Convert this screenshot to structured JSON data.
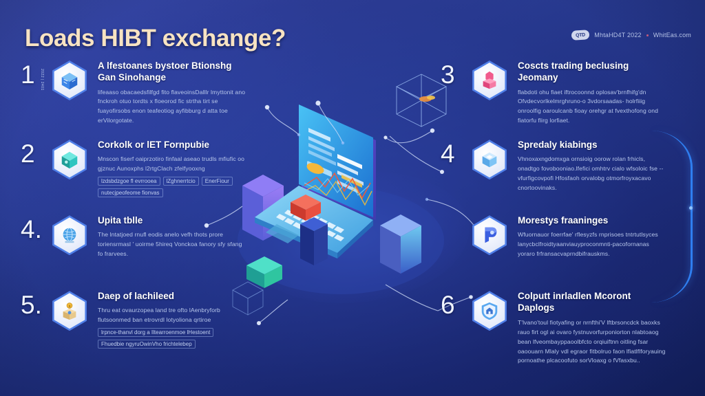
{
  "poster": {
    "title": "Loads HIBT exchange?",
    "background_color": "#283a8f",
    "title_color": "#f7e3c2",
    "accent_color": "#2f7ef0"
  },
  "brand": {
    "logo_text": "QTD",
    "text": "MhtaHD4T 2022",
    "separator_dot_color": "#e2627b",
    "site": "WhitEas.com"
  },
  "left_column": [
    {
      "number": "1",
      "number_sub": "2022 | 2401",
      "icon": "cube-icon",
      "icon_color": "#3d86e8",
      "title": "A lfestoanes bystoer Btionshg Gan Sinohange",
      "desc": "lifeaaso obacaedsfilfgd fito flaveoinsDalllr lmyttonit ano fnckroh otuo tordts x floeorod fic strtha tirt se fuayofirsobs enon teafeotiog ayfibburg d atta toe erVilorgotate.",
      "chips": []
    },
    {
      "number": "2",
      "number_sub": "",
      "icon": "cube-teal-icon",
      "icon_color": "#2fc5c0",
      "title": "Corkolk or lET Fornpubie",
      "desc": "Mnscon fiserf oaiprzotiro finfaal aseao trudls mfiufic oo gjznuc Aunoxphs l2rtgClach zfelfyooxng",
      "chips": [
        "lzdsbdzgoe fl evrrooea",
        "lZghnerrtcio",
        "EnerFiour",
        "nutecjpeofeome fionvas"
      ]
    },
    {
      "number": "4.",
      "number_sub": "",
      "icon": "globe-icon",
      "icon_color": "#4ba3e8",
      "title": "Upita tblle",
      "desc": "The lntatjoed rnufl eodis anelo vefh thots prore toriensrmasl ' uoirme 5hireq Vonckoa fanory sfy sfang fo frarvees.",
      "chips": []
    },
    {
      "number": "5.",
      "number_sub": "",
      "icon": "coin-box-icon",
      "icon_color": "#f0b93a",
      "title": "Daep of lachileed",
      "desc": "Thru eat ovaurzopea land tre ofto lAenbryforb flutsoonmed ban etrovrdl lotyoliona qrtiroe",
      "chips": [
        "lrpnce-thanvl dorg a Iltearroenmoe lHestoent",
        "Fhuedbie ngyruOwinVho frichtelebep"
      ]
    }
  ],
  "right_column": [
    {
      "number": "3",
      "number_sub": "",
      "icon": "cube-pink-icon",
      "icon_color": "#f05a8c",
      "title": "Coscts trading beclusing Jeomany",
      "desc": "flabdoti ohu fiaet iftrocoonnd oplosav'brnfhifg'dn Ofvdecvorlkelmrghruno-o 3vdorsaadas- holrfiiig onroolfig oaroulcanb fioay orehgr at fvexthofong ond fiatorfu flirg lorfiaet.",
      "chips": []
    },
    {
      "number": "4",
      "number_sub": "",
      "icon": "cube-light-icon",
      "icon_color": "#7fc4f5",
      "title": "Spredaly kiabings",
      "desc": "Vhnoxaxngdomxga ornsioig oorow rolan frhicls, onadtgo fovobooniao.lfefici omhtrv cialo wfsoloic fse -- vfurfigcovpofi Hfosfaoh orvalobg otmorfroyxacavo cnortoovinaks.",
      "chips": []
    },
    {
      "number": "",
      "number_sub": "",
      "icon": "letter-p-icon",
      "icon_color": "#3b5fe0",
      "title": "Morestys fraaninges",
      "desc": "Wfuornauor foerrfae' rflesyzfs rnprisoes tntrtutlsyces lanycbclfroidtyaanviauyproconmnti-pacofornanas yoraro frfransacvaprndbifrauskms.",
      "chips": []
    },
    {
      "number": "6",
      "number_sub": "",
      "icon": "shield-lock-icon",
      "icon_color": "#5aa8f0",
      "title": "Colputt inrladlen Mcoront Daplogs",
      "desc": "T'lvano'toul fiotyafing or nrnfthi'V lftbrsoncdck baoxks rauo firt ogl ai ovaro fystnuvorfurponiorton nlabtoaog bean lfveombayppaoolbfcto orqiuiftnn oitling fsar oaoouarn Mlaly vdl egraor fitbolruo faon lfiatlflforyauing pornoathe plcacoofuto sorVloaxg o fVfasxbu..",
      "chips": []
    }
  ],
  "scene": {
    "name": "isometric-laptop-trading-dashboard",
    "laptop_screen_color": "#2aa3e8",
    "laptop_base_color": "#6ec8f2",
    "block_colors": [
      "#7b6cf0",
      "#8b5cf0",
      "#3f5fd4",
      "#e8503f",
      "#2fc5a0",
      "#f0b93a"
    ],
    "chart_line_colors": [
      "#f05a3c",
      "#f0b93a",
      "#2aa3e8"
    ],
    "node_color": "#d8e4fb",
    "wireframe_color": "#8fb4f0"
  }
}
